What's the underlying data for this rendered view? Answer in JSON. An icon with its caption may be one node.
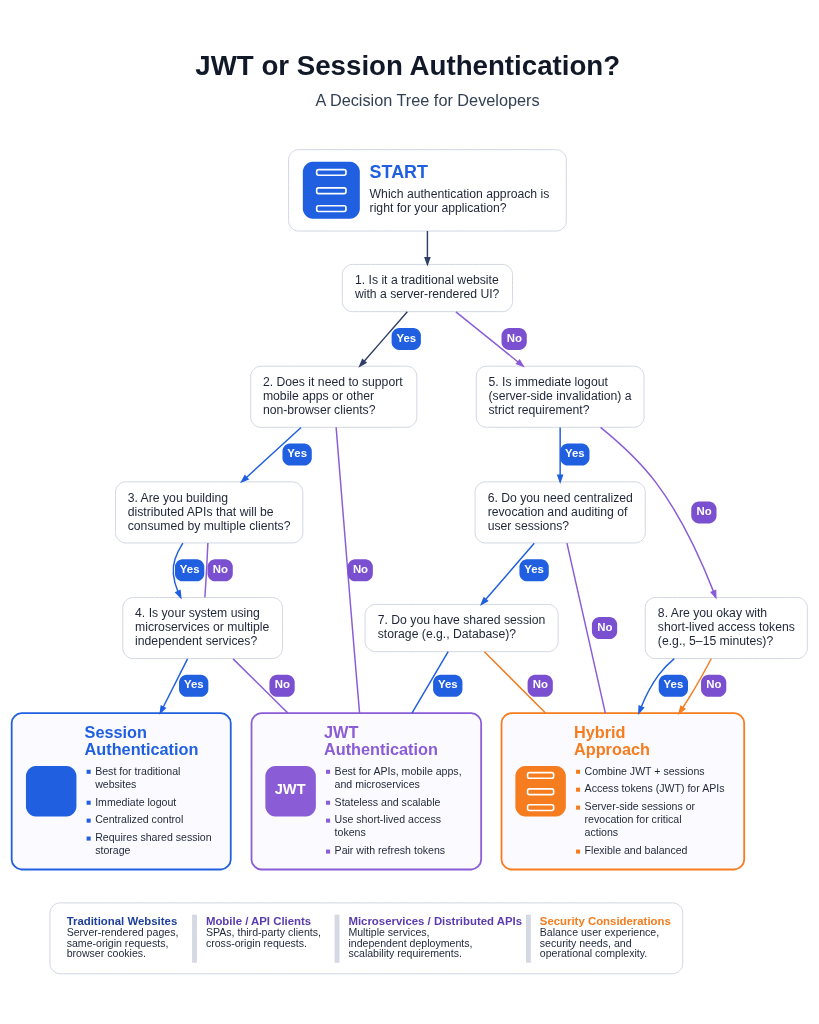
{
  "diagram": {
    "title": "JWT or Session Authentication?",
    "nodes": [
      {
        "text": [
          "START",
          "Which authentication approach is right for your application?"
        ]
      },
      {
        "text": [
          "1. Is it a traditional website with a server-rendered UI?"
        ]
      },
      {
        "text": [
          "2. Does it need to support mobile apps or other non-browser clients?"
        ]
      },
      {
        "text": [
          "3. Are you building distributed APIs that will be consumed by multiple clients?"
        ]
      },
      {
        "text": [
          "4. Is your system using microservices or multiple independent services?"
        ]
      },
      {
        "text": [
          "5. Is immediate logout (server-side invalidation) a strict requirement?"
        ]
      },
      {
        "text": [
          "6. Do you need centralized revocation and auditing of user sessions?"
        ]
      },
      {
        "text": [
          "7. Do you have shared session storage (e.g., Database)?"
        ]
      },
      {
        "text": [
          "8. Are you okay with short-lived access tokens (e.g., 5–15 minutes)?"
        ]
      },
      {
        "text": [
          "Session Authentication",
          "Best for traditional websites",
          "Immediate logout",
          "Centralized control",
          "Requires shared session storage"
        ]
      },
      {
        "text": [
          "JWT",
          "JWT Authentication",
          "Best for APIs, mobile apps, and microservices",
          "Stateless and scalable",
          "Use short-lived access tokens",
          "Pair with refresh tokens"
        ]
      },
      {
        "text": [
          "Hybrid Approach",
          "Combine JWT + sessions",
          "Access tokens (JWT) for APIs",
          "Server-side sessions or revocation for critical actions",
          "Flexible and balanced"
        ]
      },
      {
        "text": [
          "Traditional Websites",
          "Server-rendered pages, same-origin requests, browser cookies.",
          "Mobile / API Clients",
          "SPAs, third-party clients, cross-origin requests.",
          "Microservices / Distributed APIs",
          "Multiple services, independent deployments, scalability requirements.",
          "Security Considerations",
          "Balance user experience, security needs, and operational complexity."
        ]
      }
    ],
    "edges": [
      {
        "from": 0,
        "to": 1,
        "arrow": "to",
        "color": "#2f3f66"
      },
      {
        "from": 1,
        "to": 2,
        "arrow": "to",
        "label": "Yes",
        "color": "#2f3f66"
      },
      {
        "from": 1,
        "to": 5,
        "arrow": "to",
        "label": "No",
        "color": "#8a5cd6"
      },
      {
        "from": 2,
        "to": 3,
        "arrow": "to",
        "label": "Yes"
      },
      {
        "from": 2,
        "to": 10,
        "arrow": "none",
        "label": "No",
        "color": "#8a5cd6"
      },
      {
        "from": 3,
        "to": 4,
        "arrow": "to",
        "label": "Yes"
      },
      {
        "from": 3,
        "to": 4,
        "arrow": "none",
        "label": "No",
        "color": "#8a5cd6"
      },
      {
        "from": 4,
        "to": 9,
        "arrow": "to",
        "label": "Yes"
      },
      {
        "from": 4,
        "to": 10,
        "arrow": "none",
        "label": "No",
        "color": "#8a5cd6"
      },
      {
        "from": 5,
        "to": 6,
        "arrow": "to",
        "label": "Yes"
      },
      {
        "from": 5,
        "to": 8,
        "arrow": "to",
        "label": "No",
        "color": "#8a5cd6"
      },
      {
        "from": 6,
        "to": 7,
        "arrow": "to",
        "label": "Yes"
      },
      {
        "from": 6,
        "to": 11,
        "arrow": "none",
        "label": "No",
        "color": "#8a5cd6"
      },
      {
        "from": 7,
        "to": 10,
        "arrow": "none",
        "label": "Yes"
      },
      {
        "from": 7,
        "to": 11,
        "arrow": "none",
        "label": "No",
        "color": "#f57c1f"
      },
      {
        "from": 8,
        "to": 11,
        "arrow": "to",
        "label": "Yes"
      },
      {
        "from": 8,
        "to": 11,
        "arrow": "to",
        "label": "No",
        "color": "#f57c1f"
      }
    ],
    "labels": [
      "A Decision Tree for Developers"
    ]
  }
}
